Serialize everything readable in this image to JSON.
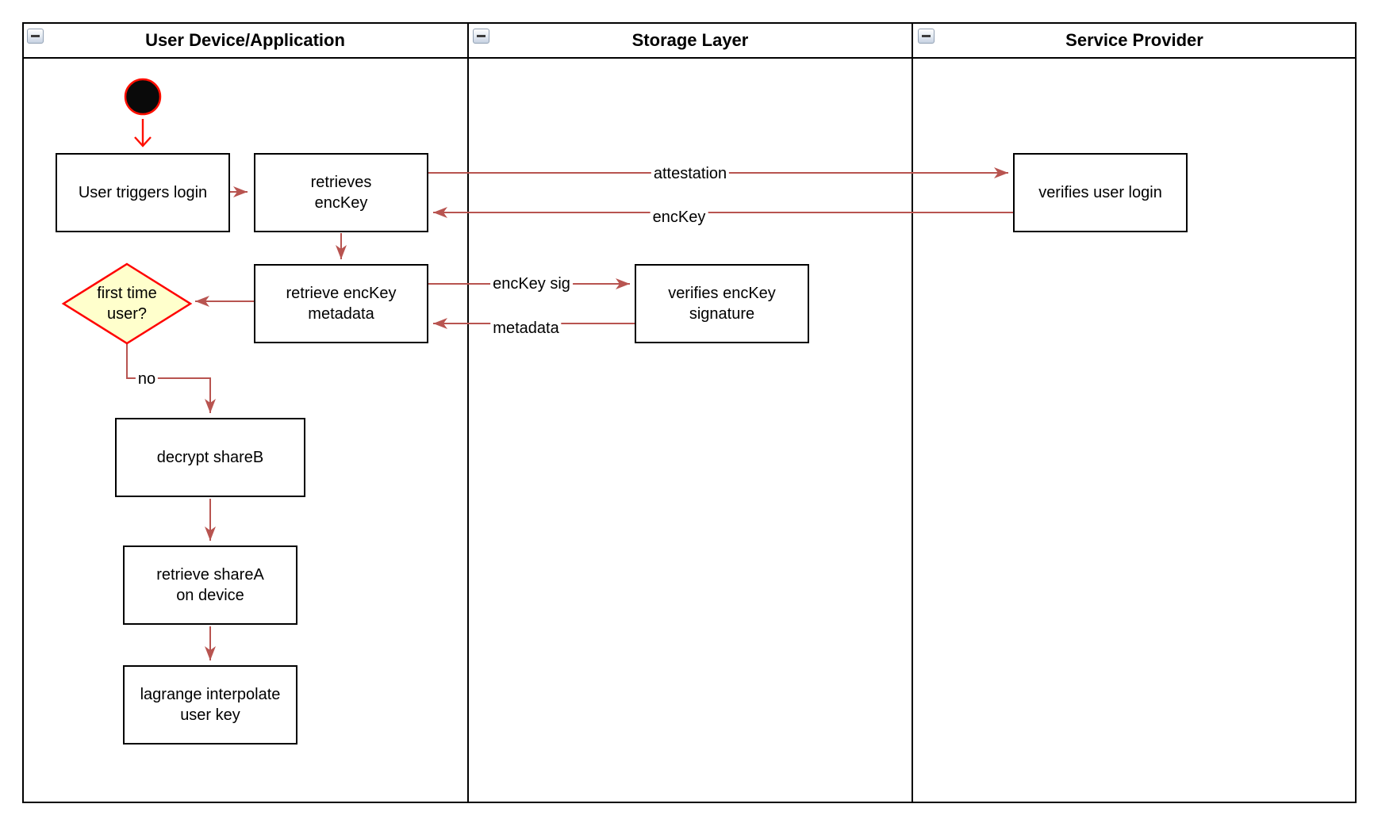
{
  "lanes": [
    {
      "title": "User Device/Application"
    },
    {
      "title": "Storage Layer"
    },
    {
      "title": "Service Provider"
    }
  ],
  "nodes": {
    "user_triggers_login": "User triggers login",
    "retrieves_enckey": "retrieves\nencKey",
    "retrieve_enckey_metadata": "retrieve encKey\nmetadata",
    "first_time_user": "first time\nuser?",
    "decrypt_shareb": "decrypt shareB",
    "retrieve_sharea_on_device": "retrieve shareA\non device",
    "lagrange_interpolate_user_key": "lagrange interpolate\nuser key",
    "verifies_enckey_signature": "verifies encKey\nsignature",
    "verifies_user_login": "verifies user login"
  },
  "edge_labels": {
    "attestation": "attestation",
    "enckey": "encKey",
    "enckey_sig": "encKey sig",
    "metadata": "metadata",
    "no": "no"
  },
  "icons": {
    "collapse": "collapse-minus-icon"
  },
  "colors": {
    "edge": "#B85450",
    "start_edge": "#FF0F00",
    "decision_fill": "#FFFFCC",
    "decision_border": "#FF0000",
    "node_fill": "#FFFFFF",
    "node_border": "#000000"
  }
}
